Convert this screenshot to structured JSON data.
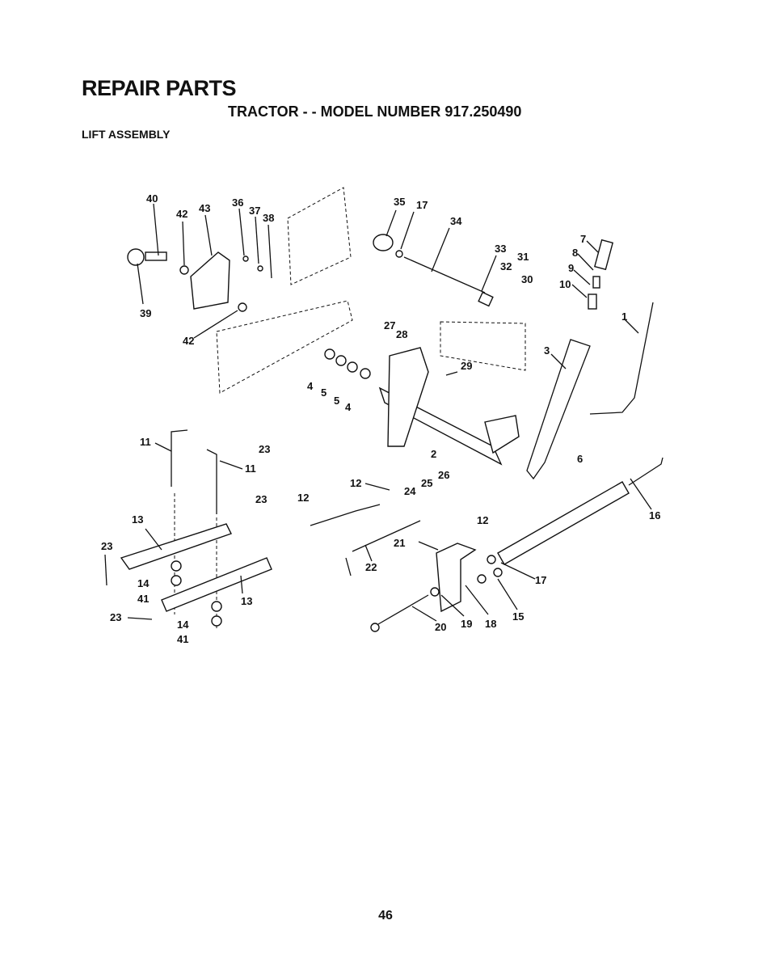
{
  "header": {
    "title": "REPAIR PARTS",
    "subtitle": "TRACTOR - - MODEL NUMBER 917.250490",
    "section": "LIFT ASSEMBLY"
  },
  "callouts": [
    "1",
    "2",
    "3",
    "4",
    "4",
    "5",
    "5",
    "6",
    "7",
    "8",
    "9",
    "10",
    "11",
    "11",
    "12",
    "12",
    "12",
    "13",
    "13",
    "14",
    "14",
    "15",
    "16",
    "17",
    "17",
    "18",
    "19",
    "20",
    "21",
    "22",
    "23",
    "23",
    "23",
    "23",
    "24",
    "25",
    "26",
    "27",
    "28",
    "29",
    "30",
    "31",
    "32",
    "33",
    "34",
    "35",
    "36",
    "37",
    "38",
    "39",
    "40",
    "41",
    "41",
    "42",
    "42",
    "43"
  ],
  "footer": {
    "page_number": "46"
  }
}
